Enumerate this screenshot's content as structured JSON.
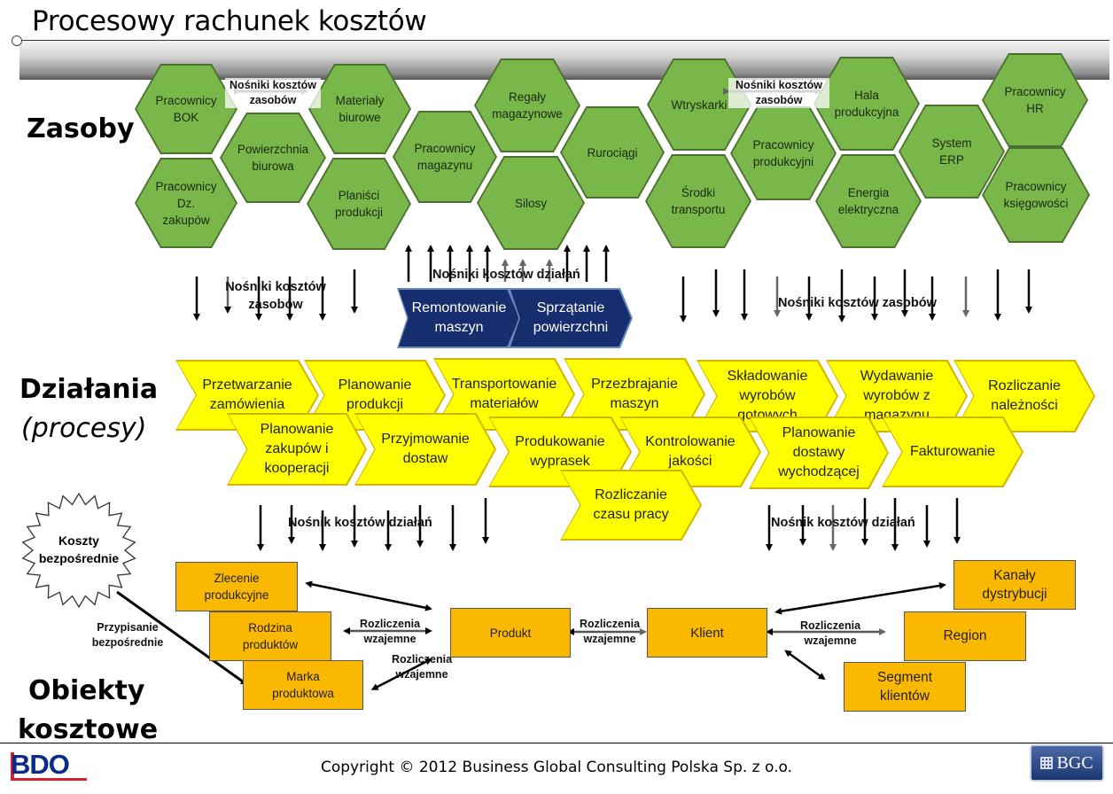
{
  "title": "Procesowy rachunek kosztów",
  "sections": {
    "zasoby": "Zasoby",
    "dzialania": "Działania",
    "dzialania_sub": "(procesy)",
    "obiekty_1": "Obiekty",
    "obiekty_2": "kosztowe"
  },
  "resources": {
    "pracownicy_bok": "Pracownicy BOK",
    "materialy_biurowe": "Materiały biurowe",
    "powierzchnia_biurowa": "Powierzchnia biurowa",
    "pracownicy_dz_zakupow": "Pracownicy Dz. zakupów",
    "planisci_produkcji": "Planiści produkcji",
    "pracownicy_magazynu": "Pracownicy magazynu",
    "regaly_magazynowe": "Regały magazynowe",
    "silosy": "Silosy",
    "rurociagi": "Rurociągi",
    "wtryskarki": "Wtryskarki",
    "srodki_transportu": "Środki transportu",
    "pracownicy_produkcyjni": "Pracownicy produkcyjni",
    "hala_produkcyjna": "Hala produkcyjna",
    "energia_elektryczna": "Energia elektryczna",
    "system_erp": "System ERP",
    "pracownicy_hr": "Pracownicy HR",
    "pracownicy_ksiegowosci": "Pracownicy księgowości"
  },
  "support_activities": {
    "remontowanie_maszyn": "Remontowanie maszyn",
    "sprzatanie_powierzchni": "Sprzątanie powierzchni"
  },
  "activities": {
    "przetwarzanie_zamowienia": "Przetwarzanie zamówienia",
    "planowanie_produkcji": "Planowanie produkcji",
    "transportowanie_materialow": "Transportowanie materiałów",
    "przezbrajanie_maszyn": "Przezbrajanie maszyn",
    "skladowanie_wyrobow": "Składowanie wyrobów gotowych",
    "wydawanie_wyrobow": "Wydawanie wyrobów z magazynu",
    "rozliczanie_naleznosci": "Rozliczanie należności",
    "planowanie_zakupow": "Planowanie zakupów i kooperacji",
    "przyjmowanie_dostaw": "Przyjmowanie dostaw",
    "produkowanie_wyprasek": "Produkowanie wyprasek",
    "kontrolowanie_jakosci": "Kontrolowanie jakości",
    "planowanie_dostawy": "Planowanie dostawy wychodzącej",
    "fakturowanie": "Fakturowanie",
    "rozliczanie_czasu_pracy": "Rozliczanie czasu pracy"
  },
  "cost_objects": {
    "zlecenie_produkcyjne": "Zlecenie produkcyjne",
    "rodzina_produktow": "Rodzina produktów",
    "marka_produktowa": "Marka produktowa",
    "produkt": "Produkt",
    "klient": "Klient",
    "kanaly_dystrybucji": "Kanały dystrybucji",
    "region": "Region",
    "segment_klientow": "Segment klientów"
  },
  "labels": {
    "nosniki_kosztow_zasobow_small": "Nośniki kosztów zasobów",
    "nosniki_kosztow_dzialan": "Nośniki kosztów działań",
    "nosniki_kosztow_zasobow_left": "Nośniki kosztów zasobów",
    "nosniki_kosztow_zasobow_right": "Nośniki kosztów zasobów",
    "nosnik_kosztow_dzialan": "Nośnik kosztów działań",
    "rozliczenia_wzajemne": "Rozliczenia wzajemne",
    "przypisanie_bezposrednie": "Przypisanie bezpośrednie",
    "koszty_bezposrednie": "Koszty bezpośrednie"
  },
  "footer": {
    "copyright": "Copyright © 2012 Business Global Consulting Polska Sp. z o.o.",
    "logo_bdo": "BDO",
    "logo_bgc": "BGC"
  },
  "colors": {
    "resource_fill": "#79b74a",
    "activity_fill": "#ffff00",
    "support_fill": "#162e6e",
    "cost_object_fill": "#fbb800"
  }
}
